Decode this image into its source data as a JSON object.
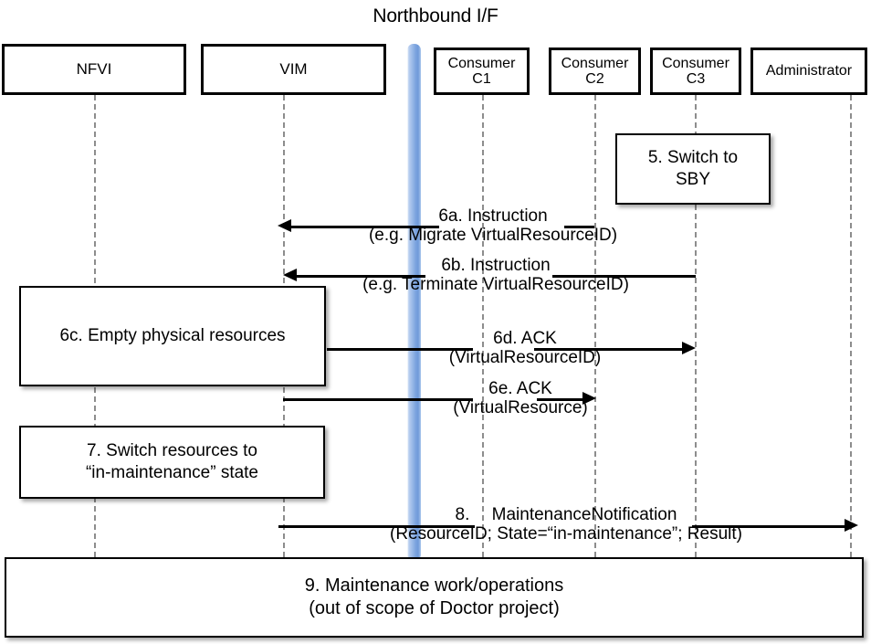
{
  "title": "Northbound I/F",
  "actors": [
    {
      "id": "nfvi",
      "label": "NFVI"
    },
    {
      "id": "vim",
      "label": "VIM"
    },
    {
      "id": "c1",
      "label_line1": "Consumer",
      "label_line2": "C1"
    },
    {
      "id": "c2",
      "label_line1": "Consumer",
      "label_line2": "C2"
    },
    {
      "id": "c3",
      "label_line1": "Consumer",
      "label_line2": "C3"
    },
    {
      "id": "admin",
      "label": "Administrator"
    }
  ],
  "notes": [
    {
      "id": "note5",
      "line1": "5. Switch to",
      "line2": "SBY"
    },
    {
      "id": "note6c",
      "line1": "6c. Empty physical resources",
      "line2": ""
    },
    {
      "id": "note7",
      "line1": "7. Switch resources to",
      "line2": "“in-maintenance” state"
    },
    {
      "id": "note9",
      "line1": "9. Maintenance work/operations",
      "line2": "(out of scope of Doctor project)"
    }
  ],
  "messages": [
    {
      "id": "m6a",
      "line1": "6a. Instruction",
      "line2": "(e.g. Migrate VirtualResourceID)",
      "from": "Consumer C2",
      "to": "VIM",
      "direction": "left"
    },
    {
      "id": "m6b",
      "line1": "6b. Instruction",
      "line2": "(e.g. Terminate VirtualResourceID)",
      "from": "Consumer C3",
      "to": "VIM",
      "direction": "left"
    },
    {
      "id": "m6d",
      "line1": "6d. ACK",
      "line2": "(VirtualResourceID)",
      "from": "VIM",
      "to": "Consumer C3",
      "direction": "right"
    },
    {
      "id": "m6e",
      "line1": "6e. ACK",
      "line2": "(VirtualResource)",
      "from": "VIM",
      "to": "Consumer C2",
      "direction": "right"
    },
    {
      "id": "m8",
      "line1": "8.  MaintenanceNotification",
      "line2": "(ResourceID; State=“in-maintenance”; Result)",
      "from": "VIM",
      "to": "Administrator",
      "direction": "right"
    }
  ],
  "colors": {
    "northbound_bar": "#8aaee0",
    "lifeline": "#8d8d8d",
    "stroke": "#000000",
    "background": "#ffffff"
  }
}
